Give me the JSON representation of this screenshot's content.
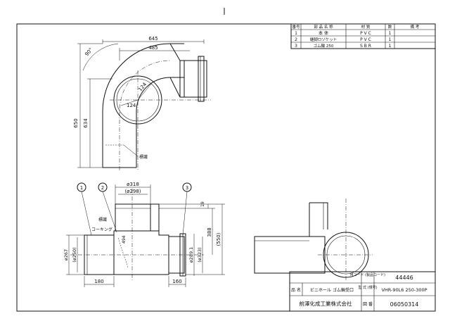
{
  "parts_table": {
    "headers": [
      "番号",
      "部 品 名 称",
      "材 質",
      "数",
      "備 考"
    ],
    "rows": [
      {
        "no": "1",
        "name": "本 体",
        "material": "P V C",
        "qty": "1",
        "note": ""
      },
      {
        "no": "2",
        "name": "継脚ロソケット",
        "material": "P V C",
        "qty": "1",
        "note": ""
      },
      {
        "no": "3",
        "name": "ゴム輪 250",
        "material": "S B R",
        "qty": "1",
        "note": ""
      }
    ]
  },
  "elbow_view": {
    "angle": "90°",
    "width_outer": "645",
    "width_inner": "485",
    "height_outer": "650",
    "height_inner": "634",
    "radius_a": "124",
    "radius_b": "124",
    "label_marker": "標識"
  },
  "front_view": {
    "callouts": [
      "1",
      "2",
      "3"
    ],
    "dia_318": "ø318",
    "dia_298": "(ø298)",
    "dia_267": "ø267",
    "dia_250": "(ø250)",
    "dia_289": "ø289.1",
    "dia_323": "(ø323)",
    "dim_19": "19",
    "dim_388": "388",
    "dim_550": "(550)",
    "dim_494": "494",
    "dim_180": "180",
    "dim_160": "160",
    "label_marker": "標識",
    "label_caulking": "コーキング"
  },
  "title_block": {
    "m_code_label": "Mコード\n(製品コード)",
    "m_code": "44446",
    "product_label": "品 名",
    "product_name": "ビニホール ゴム輪受口",
    "model_label": "型 式\n(規号)",
    "model": "VHR-90L6 250-300P",
    "company": "前澤化成工業株式会社",
    "drawing_label": "図 番",
    "drawing_no": "06050314"
  }
}
